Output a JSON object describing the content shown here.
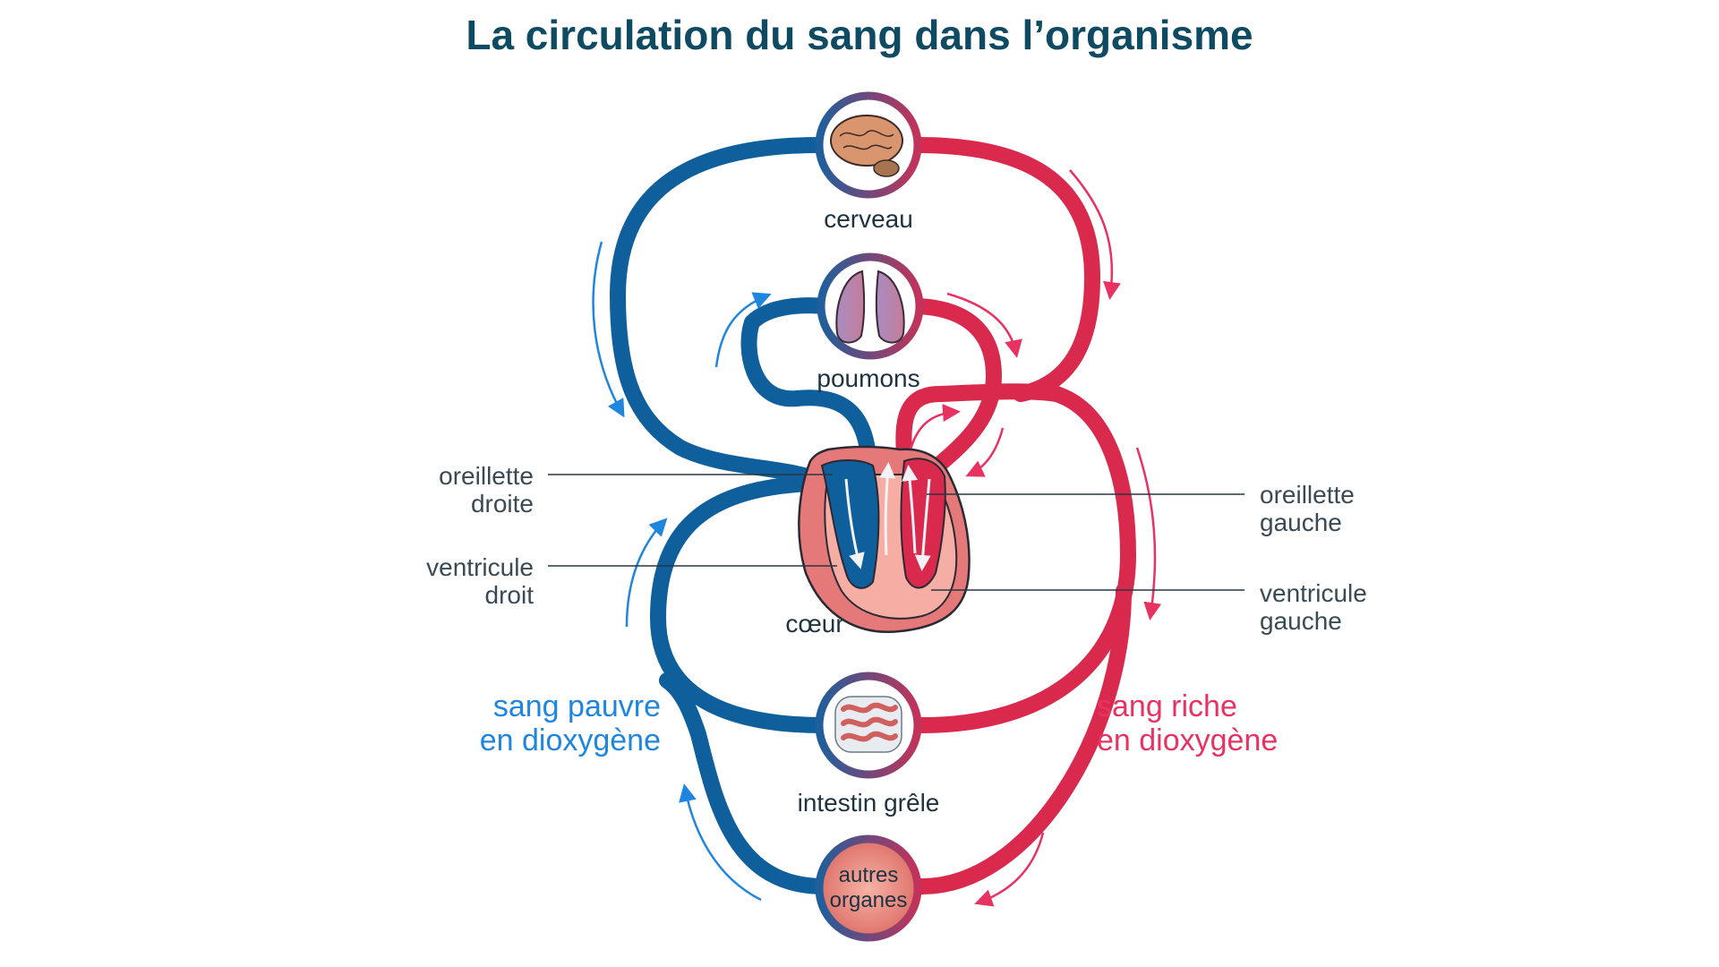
{
  "title": "La circulation du sang dans l’organisme",
  "organs": {
    "brain": "cerveau",
    "lungs": "poumons",
    "heart": "cœur",
    "intestine": "intestin grêle",
    "other_line1": "autres",
    "other_line2": "organes"
  },
  "heart_labels": {
    "right_atrium": [
      "oreillette",
      "droite"
    ],
    "right_ventricle": [
      "ventricule",
      "droit"
    ],
    "left_atrium": [
      "oreillette",
      "gauche"
    ],
    "left_ventricle": [
      "ventricule",
      "gauche"
    ]
  },
  "legend": {
    "poor": [
      "sang pauvre",
      "en dioxygène"
    ],
    "rich": [
      "sang riche",
      "en dioxygène"
    ]
  },
  "colors": {
    "deoxygenated": "#0e5f9c",
    "oxygenated": "#d9294d",
    "arrow_blue": "#1f86e0",
    "arrow_red": "#e83262",
    "title": "#0f4a63"
  }
}
